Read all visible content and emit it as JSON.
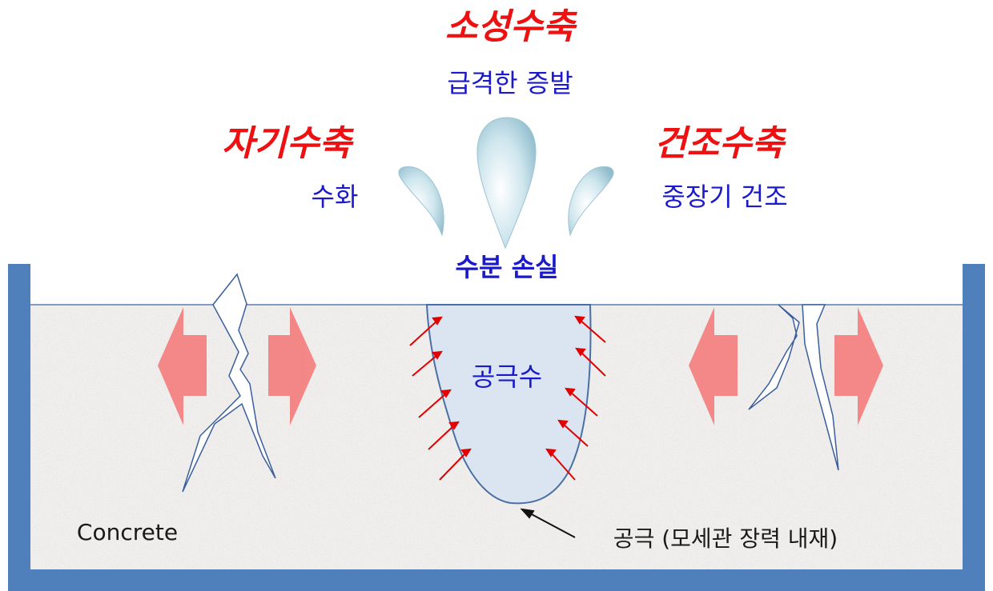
{
  "title": {
    "main": "소성수축",
    "sub": "급격한 증발"
  },
  "left": {
    "main": "자기수축",
    "sub": "수화"
  },
  "right": {
    "main": "건조수축",
    "sub": "중장기 건조"
  },
  "moisture_loss": "수분 손실",
  "pore_water": "공극수",
  "concrete": "Concrete",
  "pore_caption": "공극 (모세관 장력 내재)",
  "colors": {
    "shrink_title": "#ee1111",
    "caption_blue": "#1a1acc",
    "container": "#4f80bc",
    "pore_fill": "#dbe5f1",
    "arrow_pink": "#f47c7c",
    "tension_arrow": "#e00000"
  }
}
